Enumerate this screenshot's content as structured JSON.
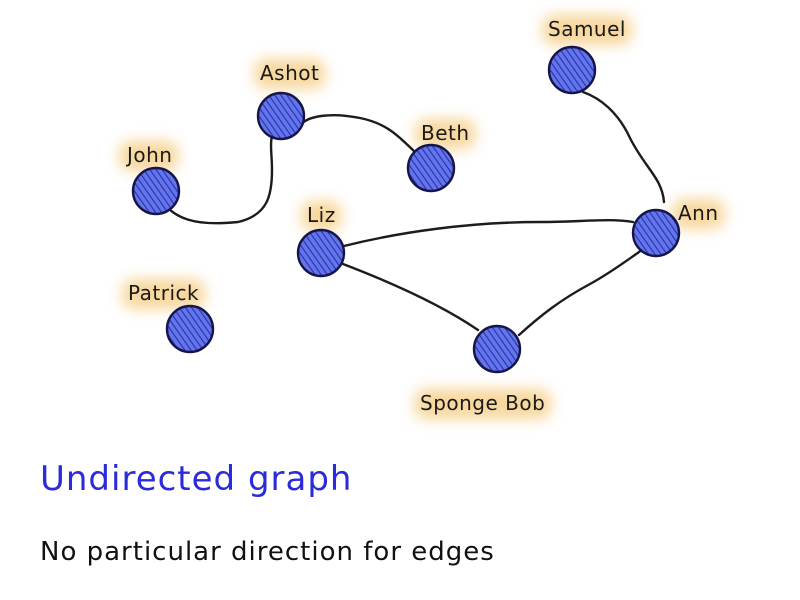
{
  "diagram": {
    "title": "Undirected graph",
    "subtitle": "No particular direction for edges",
    "colors": {
      "node_fill": "#5c6ee6",
      "node_hatch": "#2a2fae",
      "node_stroke": "#15154a",
      "edge": "#1c1c1c",
      "label_glow": "#f4c97a",
      "title": "#2b2bd9",
      "subtitle": "#111111"
    },
    "nodes": [
      {
        "id": "samuel",
        "label": "Samuel"
      },
      {
        "id": "ashot",
        "label": "Ashot"
      },
      {
        "id": "beth",
        "label": "Beth"
      },
      {
        "id": "john",
        "label": "John"
      },
      {
        "id": "liz",
        "label": "Liz"
      },
      {
        "id": "ann",
        "label": "Ann"
      },
      {
        "id": "patrick",
        "label": "Patrick"
      },
      {
        "id": "sponge_bob",
        "label": "Sponge Bob"
      }
    ],
    "edges": [
      {
        "from": "john",
        "to": "ashot"
      },
      {
        "from": "ashot",
        "to": "beth"
      },
      {
        "from": "samuel",
        "to": "ann"
      },
      {
        "from": "liz",
        "to": "ann"
      },
      {
        "from": "liz",
        "to": "sponge_bob"
      },
      {
        "from": "sponge_bob",
        "to": "ann"
      }
    ]
  }
}
